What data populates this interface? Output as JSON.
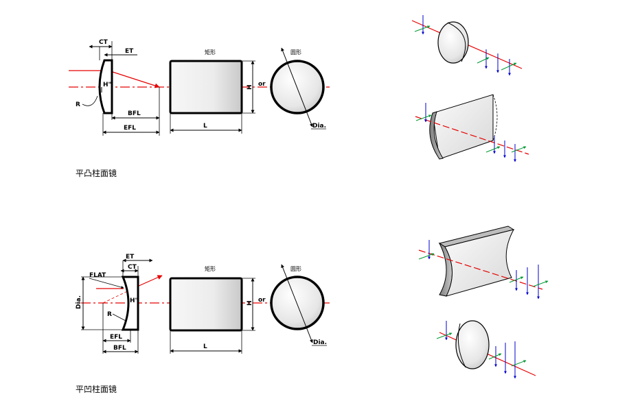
{
  "colors": {
    "ray": "#e60000",
    "arrow_up": "#0000cc",
    "arrow_green": "#009933",
    "outline": "#000000",
    "fill_light": "#f2f2f2",
    "fill_dark": "#9a9a9a"
  },
  "top": {
    "caption": "平凸柱面镜",
    "ct_label": "CT",
    "et_label": "ET",
    "h_label": "H\"",
    "r_label": "R",
    "bfl_label": "BFL",
    "efl_label": "EFL",
    "rect_label": "矩形",
    "l_label": "L",
    "hh_label": "H",
    "or_label": "or",
    "circle_label": "圆形",
    "dia_label": "Dia."
  },
  "bottom": {
    "caption": "平凹柱面镜",
    "et_label": "ET",
    "ct_label": "CT",
    "flat_label": "FLAT",
    "h_label": "H\"",
    "r_label": "R",
    "dia_side_label": "Dia.",
    "efl_label": "EFL",
    "bfl_label": "BFL",
    "rect_label": "矩形",
    "l_label": "L",
    "hh_label": "H",
    "or_label": "or",
    "circle_label": "圆形",
    "dia_label": "Dia."
  },
  "illustrations": {
    "convex_circular_icon": "convex-circular-lens-icon",
    "convex_rect_icon": "convex-rectangular-lens-icon",
    "concave_rect_icon": "concave-rectangular-lens-icon",
    "concave_circular_icon": "concave-circular-lens-icon"
  }
}
